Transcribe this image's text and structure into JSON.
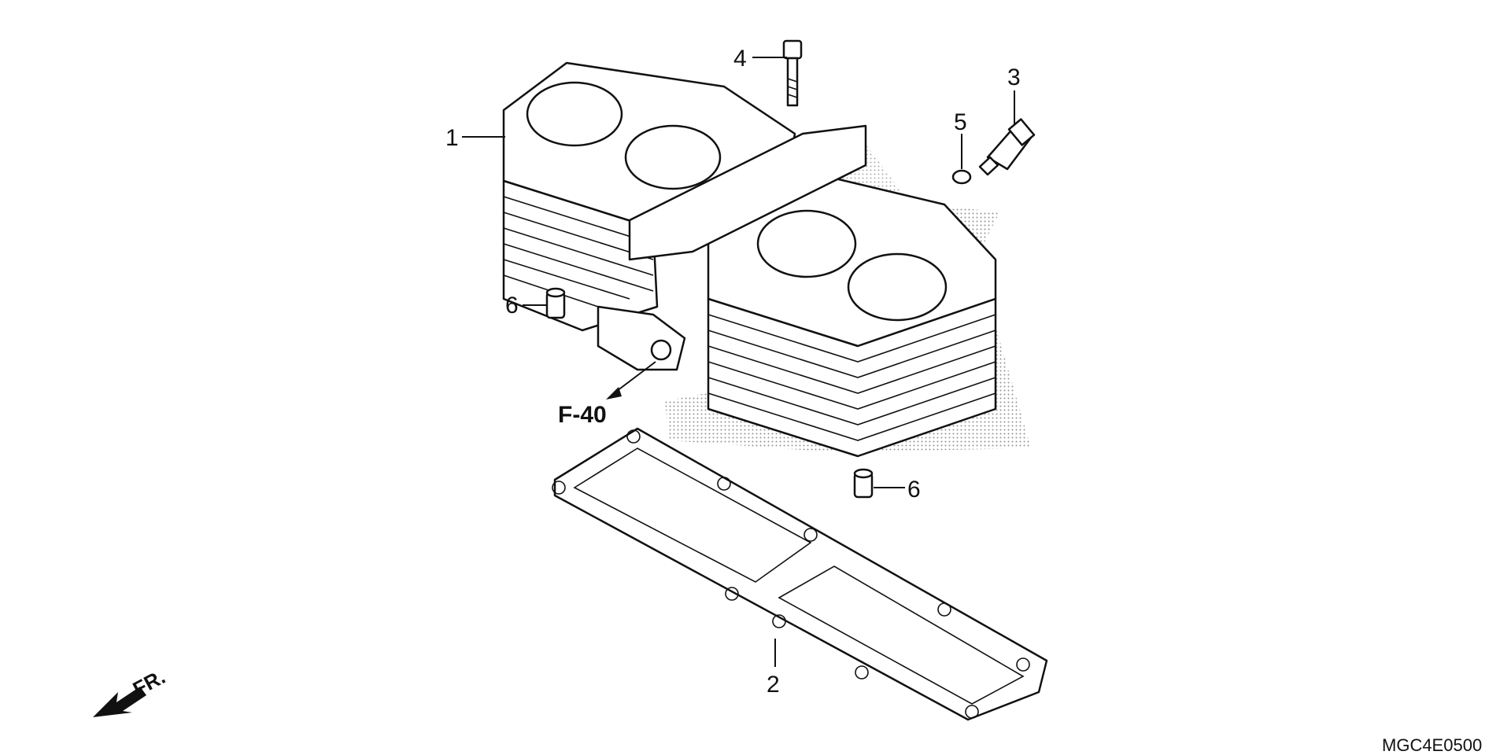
{
  "diagram": {
    "callouts": {
      "c1": "1",
      "c2": "2",
      "c3": "3",
      "c4": "4",
      "c5": "5",
      "c6a": "6",
      "c6b": "6"
    },
    "reference_label": "F-40",
    "direction_label": "FR.",
    "drawing_code": "MGC4E0500"
  }
}
